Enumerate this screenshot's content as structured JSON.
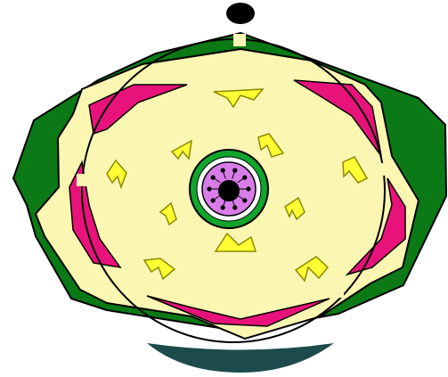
{
  "diagram": {
    "title": "",
    "colors": {
      "background": "#ffffff",
      "axis_dot": "#000000",
      "calyx": "#0b7a16",
      "corolla": "#fbf6b2",
      "petal_accent": "#e8137a",
      "stamen": "#ffff33",
      "stamen_stroke": "#8a8a00",
      "gynoecium_ring": "#11a52c",
      "ovary": "#d87de8",
      "ovule": "#000000",
      "bract": "#1d4b4b",
      "outline": "#000000"
    },
    "parts": [
      {
        "id": "mother-axis",
        "icon": "filled-circle"
      },
      {
        "id": "bract",
        "icon": "arc-crescent"
      },
      {
        "id": "calyx",
        "icon": "green-sepals",
        "count": 5
      },
      {
        "id": "corolla",
        "icon": "cream-petals",
        "count": 5
      },
      {
        "id": "outer-stamens",
        "icon": "yellow-anther",
        "count": 5
      },
      {
        "id": "inner-stamens",
        "icon": "yellow-anther",
        "count": 5
      },
      {
        "id": "gynoecium",
        "icon": "ovary-with-ovules",
        "ovules": 10
      }
    ]
  }
}
